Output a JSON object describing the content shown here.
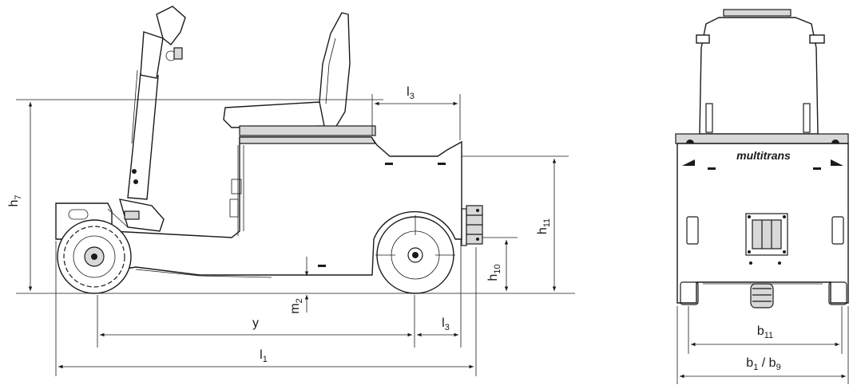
{
  "side_view": {
    "labels": {
      "h7": {
        "main": "h",
        "sub": "7"
      },
      "l3_top": {
        "main": "l",
        "sub": "3"
      },
      "h11": {
        "main": "h",
        "sub": "11"
      },
      "h10": {
        "main": "h",
        "sub": "10"
      },
      "m2": {
        "main": "m",
        "sub": "2"
      },
      "y": {
        "main": "y",
        "sub": ""
      },
      "l3_bottom": {
        "main": "l",
        "sub": "3"
      },
      "l1": {
        "main": "l",
        "sub": "1"
      }
    }
  },
  "front_view": {
    "brand_text": "multitrans",
    "labels": {
      "b11": {
        "main": "b",
        "sub": "11"
      },
      "b1_b9": {
        "main1": "b",
        "sub1": "1",
        "sep": " / ",
        "main2": "b",
        "sub2": "9"
      }
    }
  }
}
